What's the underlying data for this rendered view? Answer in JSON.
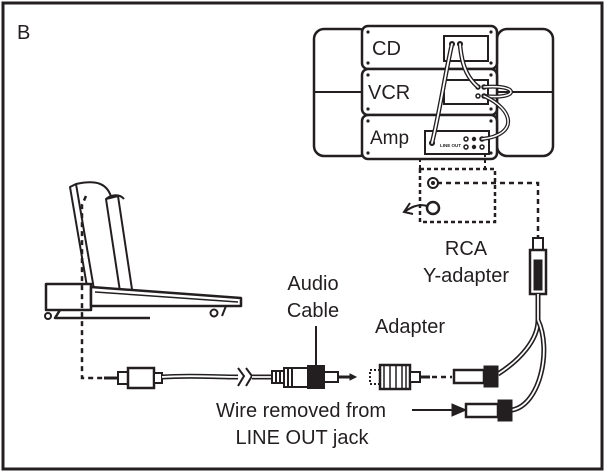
{
  "figure": {
    "panel_letter": "B",
    "stereo": {
      "cd_label": "CD",
      "vcr_label": "VCR",
      "amp_label": "Amp",
      "line_out_label": "LINE OUT"
    },
    "labels": {
      "rca_line1": "RCA",
      "rca_line2": "Y-adapter",
      "audio_line1": "Audio",
      "audio_line2": "Cable",
      "adapter": "Adapter",
      "wire_line1": "Wire removed from",
      "wire_line2": "LINE OUT jack"
    }
  }
}
